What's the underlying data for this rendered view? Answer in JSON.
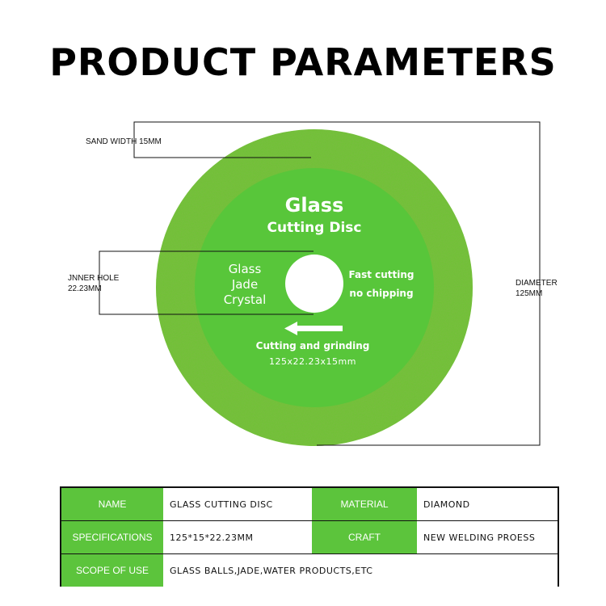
{
  "title": "PRODUCT PARAMETERS",
  "colors": {
    "disc_outer": "#6cc42f",
    "disc_inner": "#58c63a",
    "label_cell": "#5cc43c",
    "text": "#111111"
  },
  "annotations": {
    "sand_width": "SAND WIDTH 15MM",
    "inner_hole_line1": "JNNER HOLE",
    "inner_hole_line2": "22.23MM",
    "diameter_line1": "DIAMETER",
    "diameter_line2": "125MM"
  },
  "disc": {
    "title_line1": "Glass",
    "title_line2": "Cutting Disc",
    "left_line1": "Glass",
    "left_line2": "Jade",
    "left_line3": "Crystal",
    "right_line1": "Fast cutting",
    "right_line2": "no chipping",
    "bottom_line1": "Cutting and grinding",
    "bottom_line2": "125x22.23x15mm",
    "arrow_icon": "arrow-left-icon"
  },
  "params": {
    "name_label": "NAME",
    "name_value": "GLASS CUTTING DISC",
    "material_label": "MATERIAL",
    "material_value": "DIAMOND",
    "spec_label": "SPECIFICATIONS",
    "spec_value": "125*15*22.23MM",
    "craft_label": "CRAFT",
    "craft_value": "NEW WELDING PROESS",
    "scope_label": "SCOPE OF USE",
    "scope_value": "GLASS BALLS,JADE,WATER PRODUCTS,ETC"
  }
}
